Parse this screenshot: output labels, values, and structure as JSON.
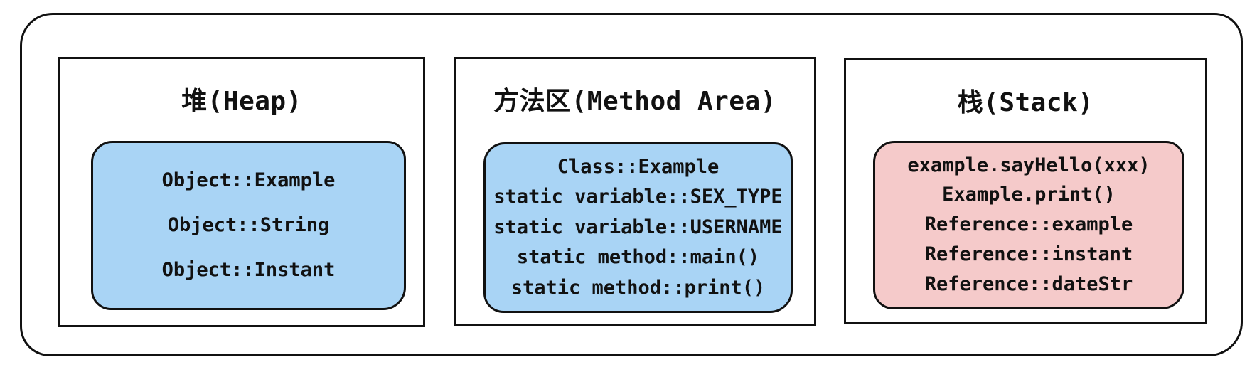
{
  "diagram": {
    "background": "#ffffff",
    "stroke_color": "#111111",
    "sections": [
      {
        "id": "heap",
        "title": "堆(Heap)",
        "block_fill": "#a9d4f5",
        "items": [
          "Object::Example",
          "Object::String",
          "Object::Instant"
        ]
      },
      {
        "id": "method-area",
        "title": "方法区(Method Area)",
        "block_fill": "#a9d4f5",
        "items": [
          "Class::Example",
          "static variable::SEX_TYPE",
          "static variable::USERNAME",
          "static method::main()",
          "static method::print()"
        ]
      },
      {
        "id": "stack",
        "title": "栈(Stack)",
        "block_fill": "#f5caca",
        "items": [
          "example.sayHello(xxx)",
          "Example.print()",
          "Reference::example",
          "Reference::instant",
          "Reference::dateStr"
        ]
      }
    ]
  }
}
